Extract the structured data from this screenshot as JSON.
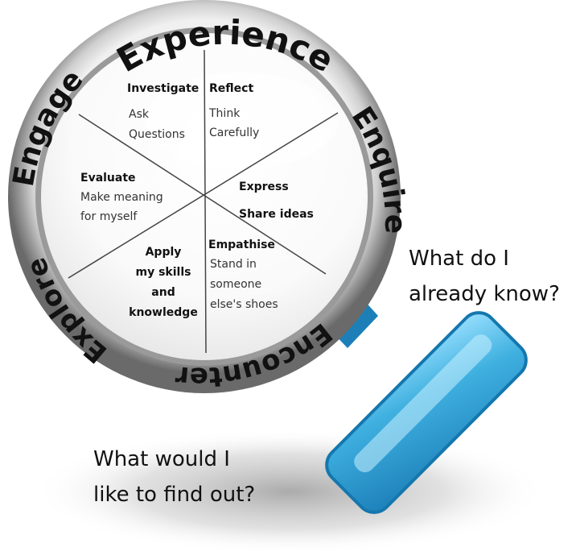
{
  "ring_words": {
    "experience": "Experience",
    "enquire": "Enquire",
    "encounter": "Encounter",
    "explore": "Explore",
    "engage": "Engage"
  },
  "segments": {
    "investigate": {
      "title": "Investigate",
      "lines": [
        "Ask",
        "Questions"
      ]
    },
    "reflect": {
      "title": "Reflect",
      "lines": [
        "Think",
        "Carefully"
      ]
    },
    "express": {
      "title": "Express",
      "lines": [
        "Share ideas"
      ]
    },
    "empathise": {
      "title": "Empathise",
      "lines": [
        "Stand in",
        "someone",
        "else's shoes"
      ]
    },
    "apply": {
      "title": "Apply",
      "lines": [
        "my skills",
        "and",
        "knowledge"
      ]
    },
    "evaluate": {
      "title": "Evaluate",
      "lines": [
        "Make meaning",
        "for myself"
      ]
    }
  },
  "questions": {
    "already_know": [
      "What do I",
      "already know?"
    ],
    "find_out": [
      "What would I",
      "like to find out?"
    ]
  },
  "colors": {
    "rim_dark": "#6f6f6f",
    "rim_light": "#e6e6e6",
    "handle_blue": "#3fb0e0",
    "handle_dark": "#1c7fb8",
    "lens_white": "#ffffff"
  }
}
